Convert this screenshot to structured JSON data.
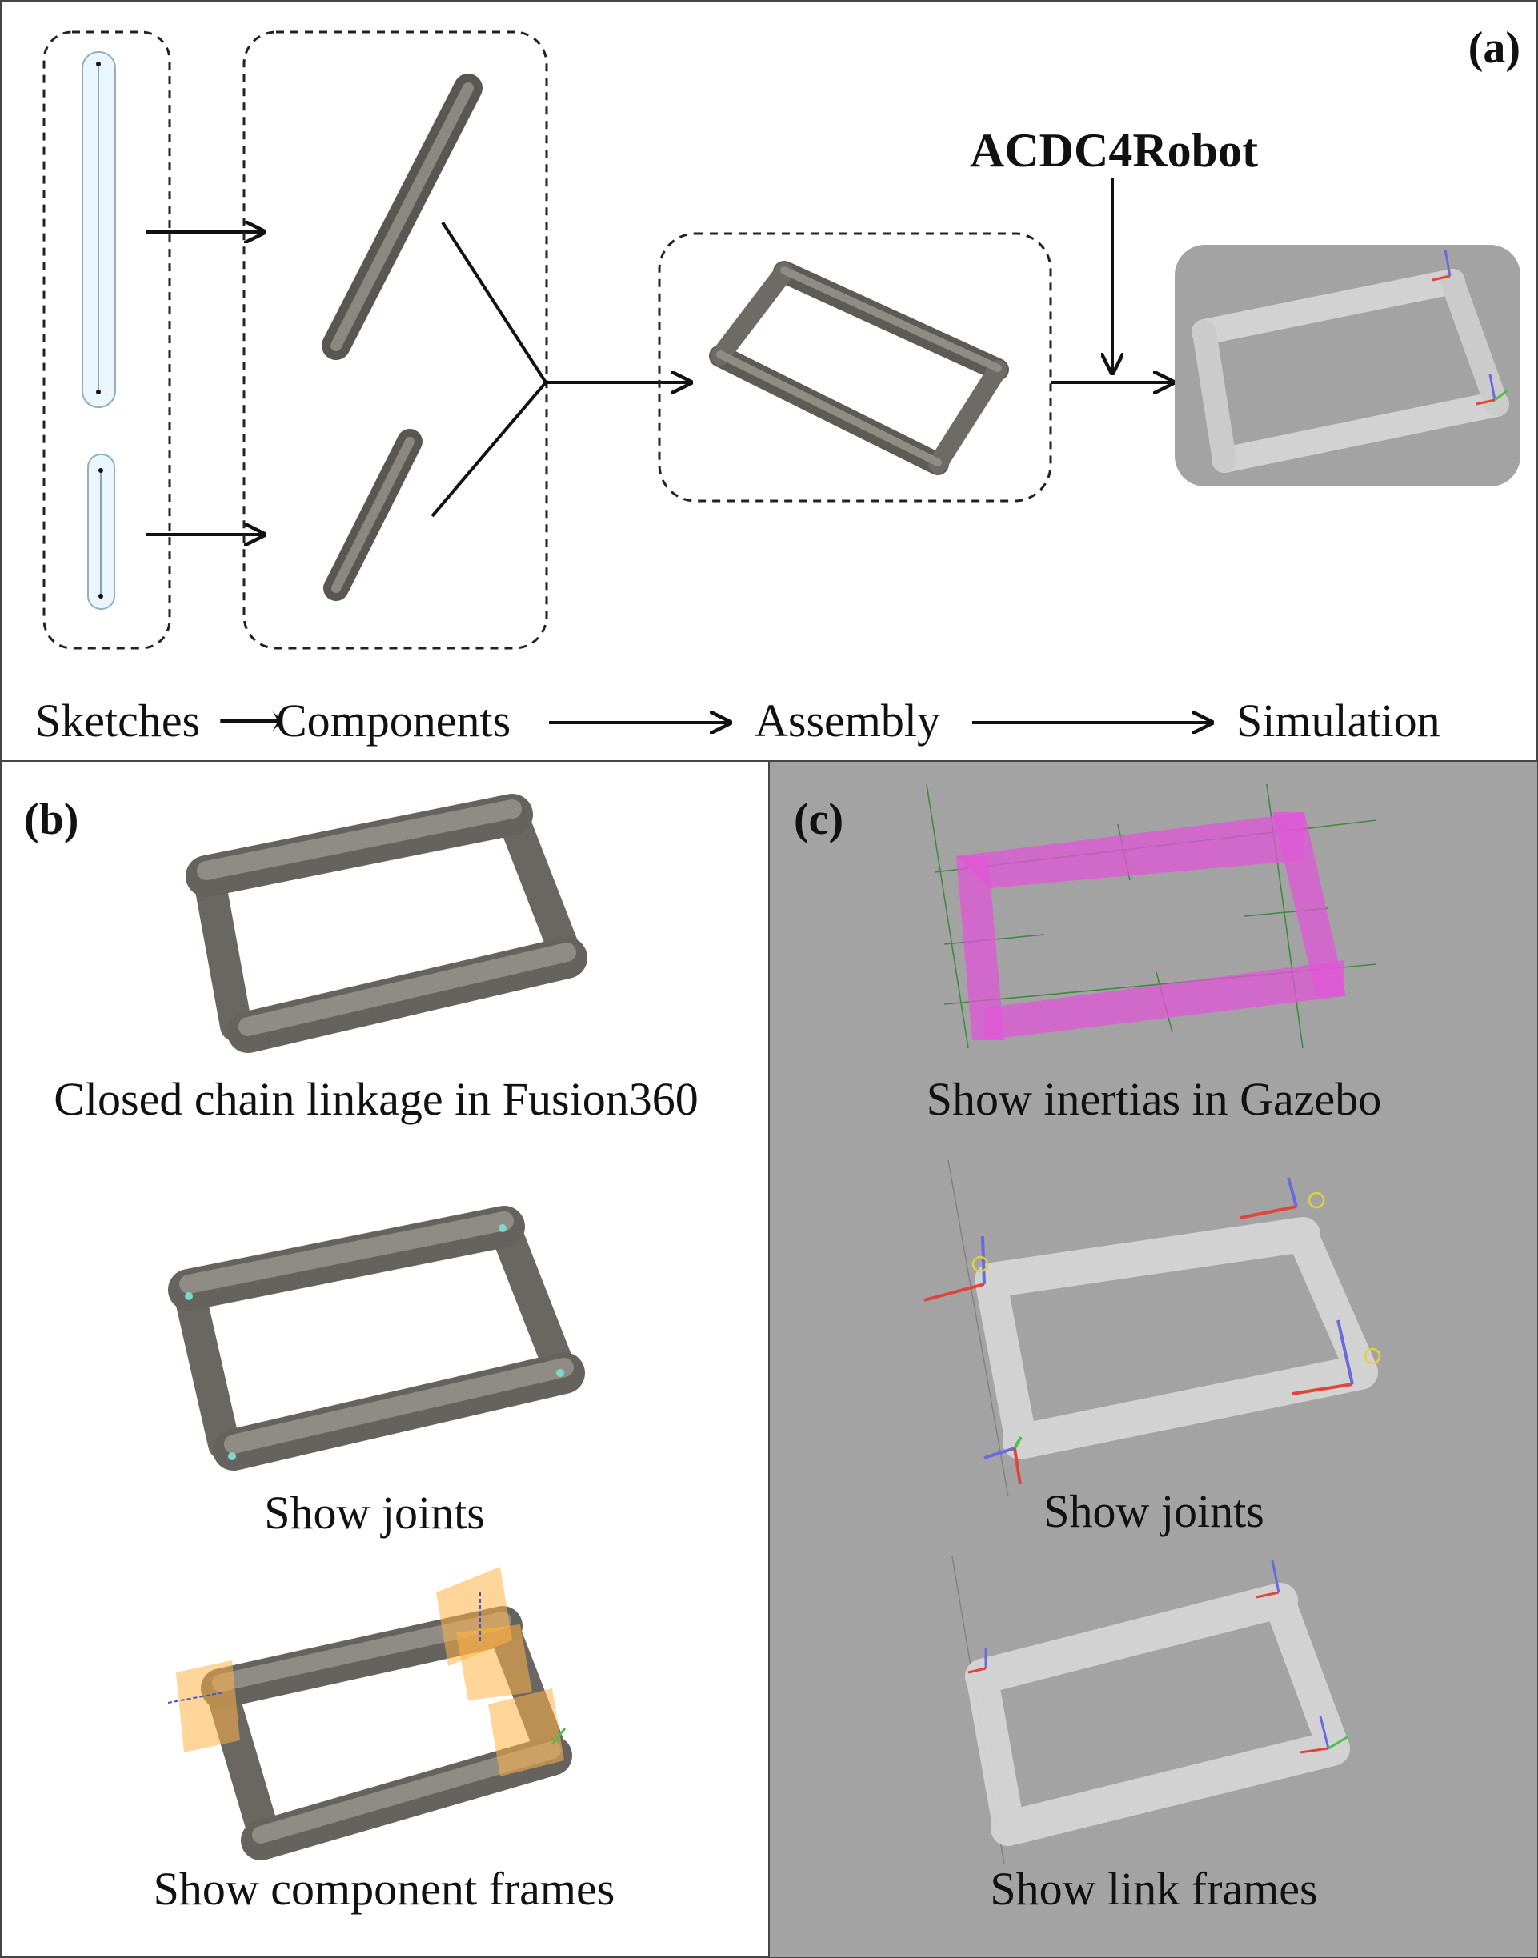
{
  "panels": {
    "a": {
      "tag": "(a)"
    },
    "b": {
      "tag": "(b)"
    },
    "c": {
      "tag": "(c)"
    }
  },
  "pipeline": {
    "tool": "ACDC4Robot",
    "stages": [
      "Sketches",
      "Components",
      "Assembly",
      "Simulation"
    ],
    "arrow_glyph": "⟶"
  },
  "captions_b": [
    "Closed chain linkage in Fusion360",
    "Show joints",
    "Show component frames"
  ],
  "captions_c": [
    "Show inertias in Gazebo",
    "Show joints",
    "Show link frames"
  ],
  "colors": {
    "panel_c_bg": "#a3a3a3",
    "sim_bg": "#a3a3a3",
    "metal": "#73706b",
    "sim_link": "#dcdcdc",
    "inertia": "#e055d8",
    "frame_orange": "#ffb347",
    "sketch_fill": "#eaf6fb",
    "axis_red": "#e0453c",
    "axis_green": "#4cbf4c",
    "axis_blue": "#6a6ae0"
  }
}
